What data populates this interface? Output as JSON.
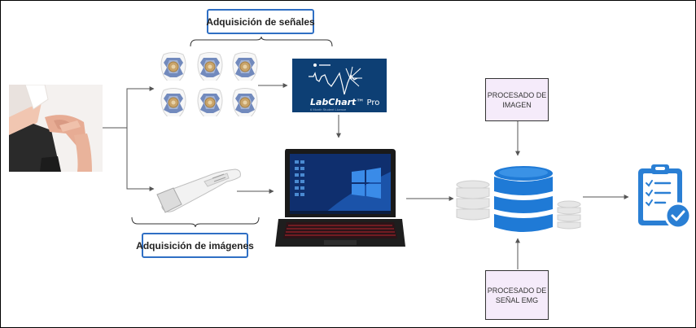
{
  "labels": {
    "signal_acquisition": "Adquisición de señales",
    "image_acquisition": "Adquisición de imágenes"
  },
  "processing": {
    "image_line1": "PROCESADO DE",
    "image_line2": "IMAGEN",
    "emg_line1": "PROCESADO DE",
    "emg_line2": "SEÑAL EMG"
  },
  "labchart": {
    "brand": "LabChart",
    "product": "Pro",
    "subtitle": "6 Month Student Licence"
  },
  "icons": {
    "knee_photo": "knee-pain-photo",
    "electrodes": "emg-electrode",
    "ultrasound": "ultrasound-probe",
    "laptop": "laptop",
    "database": "database",
    "checklist": "clipboard-checklist"
  },
  "colors": {
    "label_border": "#2f6fc4",
    "process_fill": "#f5ebfa",
    "labchart_bg": "#0d3f74",
    "database_blue": "#1f7ad6",
    "clipboard_blue": "#2a7fd4"
  }
}
